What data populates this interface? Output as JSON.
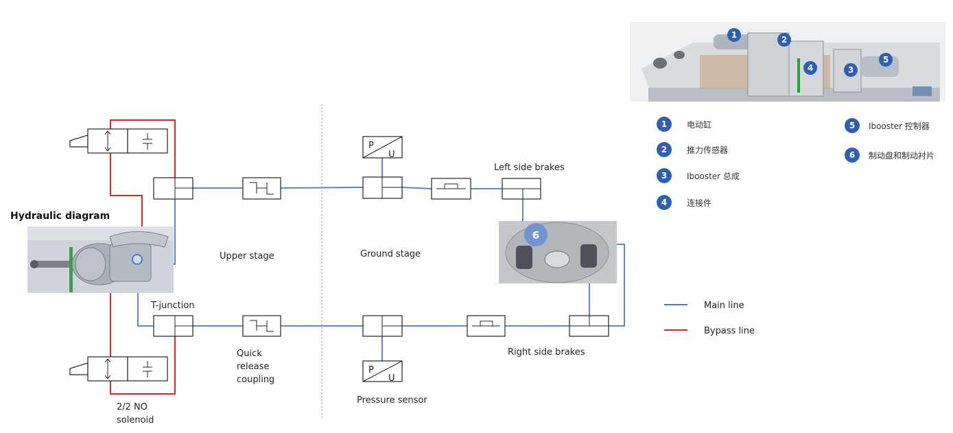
{
  "diagram": {
    "title": "Hydraulic diagram",
    "stages": {
      "upper": "Upper stage",
      "ground": "Ground stage"
    },
    "labels": {
      "t_junction": "T-junction",
      "quick_release": [
        "Quick",
        "release",
        "coupling"
      ],
      "solenoid": [
        "2/2 NO",
        "solenoid"
      ],
      "pressure_sensor": "Pressure sensor",
      "left_brakes": "Left side brakes",
      "right_brakes": "Right side brakes",
      "sensor_p": "P",
      "sensor_u": "U"
    },
    "photo_badge": "6"
  },
  "component_legend": [
    {
      "num": "1",
      "text": "电动缸"
    },
    {
      "num": "2",
      "text": "推力传感器"
    },
    {
      "num": "3",
      "text": "Ibooster 总成"
    },
    {
      "num": "4",
      "text": "连接件"
    },
    {
      "num": "5",
      "text": "Ibooster 控制器"
    },
    {
      "num": "6",
      "text": "制动盘和制动衬片"
    }
  ],
  "line_legend": {
    "main": {
      "label": "Main line",
      "color": "#4a78c2"
    },
    "bypass": {
      "label": "Bypass line",
      "color": "#e0202a"
    }
  },
  "badge_color": "#2f5fb0"
}
